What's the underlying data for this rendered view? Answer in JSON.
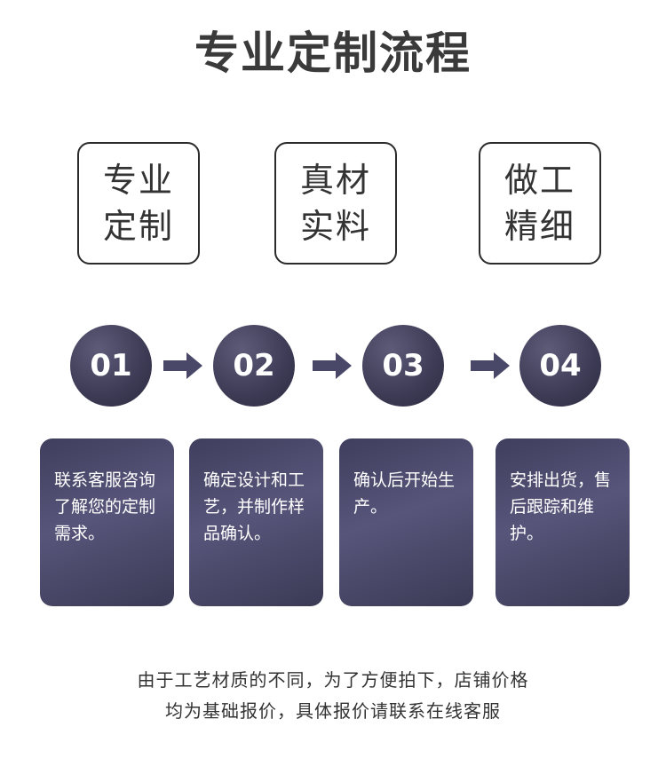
{
  "title": "专业定制流程",
  "features": [
    {
      "line1": "专业",
      "line2": "定制"
    },
    {
      "line1": "真材",
      "line2": "实料"
    },
    {
      "line1": "做工",
      "line2": "精细"
    }
  ],
  "steps": [
    "01",
    "02",
    "03",
    "04"
  ],
  "cards": [
    "联系客服咨询了解您的定制需求。",
    "确定设计和工艺，并制作样品确认。",
    "确认后开始生产。",
    "安排出货，售后跟踪和维护。"
  ],
  "note": {
    "line1": "由于工艺材质的不同，为了方便拍下，店铺价格",
    "line2": "均为基础报价，具体报价请联系在线客服"
  },
  "colors": {
    "circle": "#3f3d57",
    "card": "#4a4868",
    "arrow": "#4a4868"
  }
}
